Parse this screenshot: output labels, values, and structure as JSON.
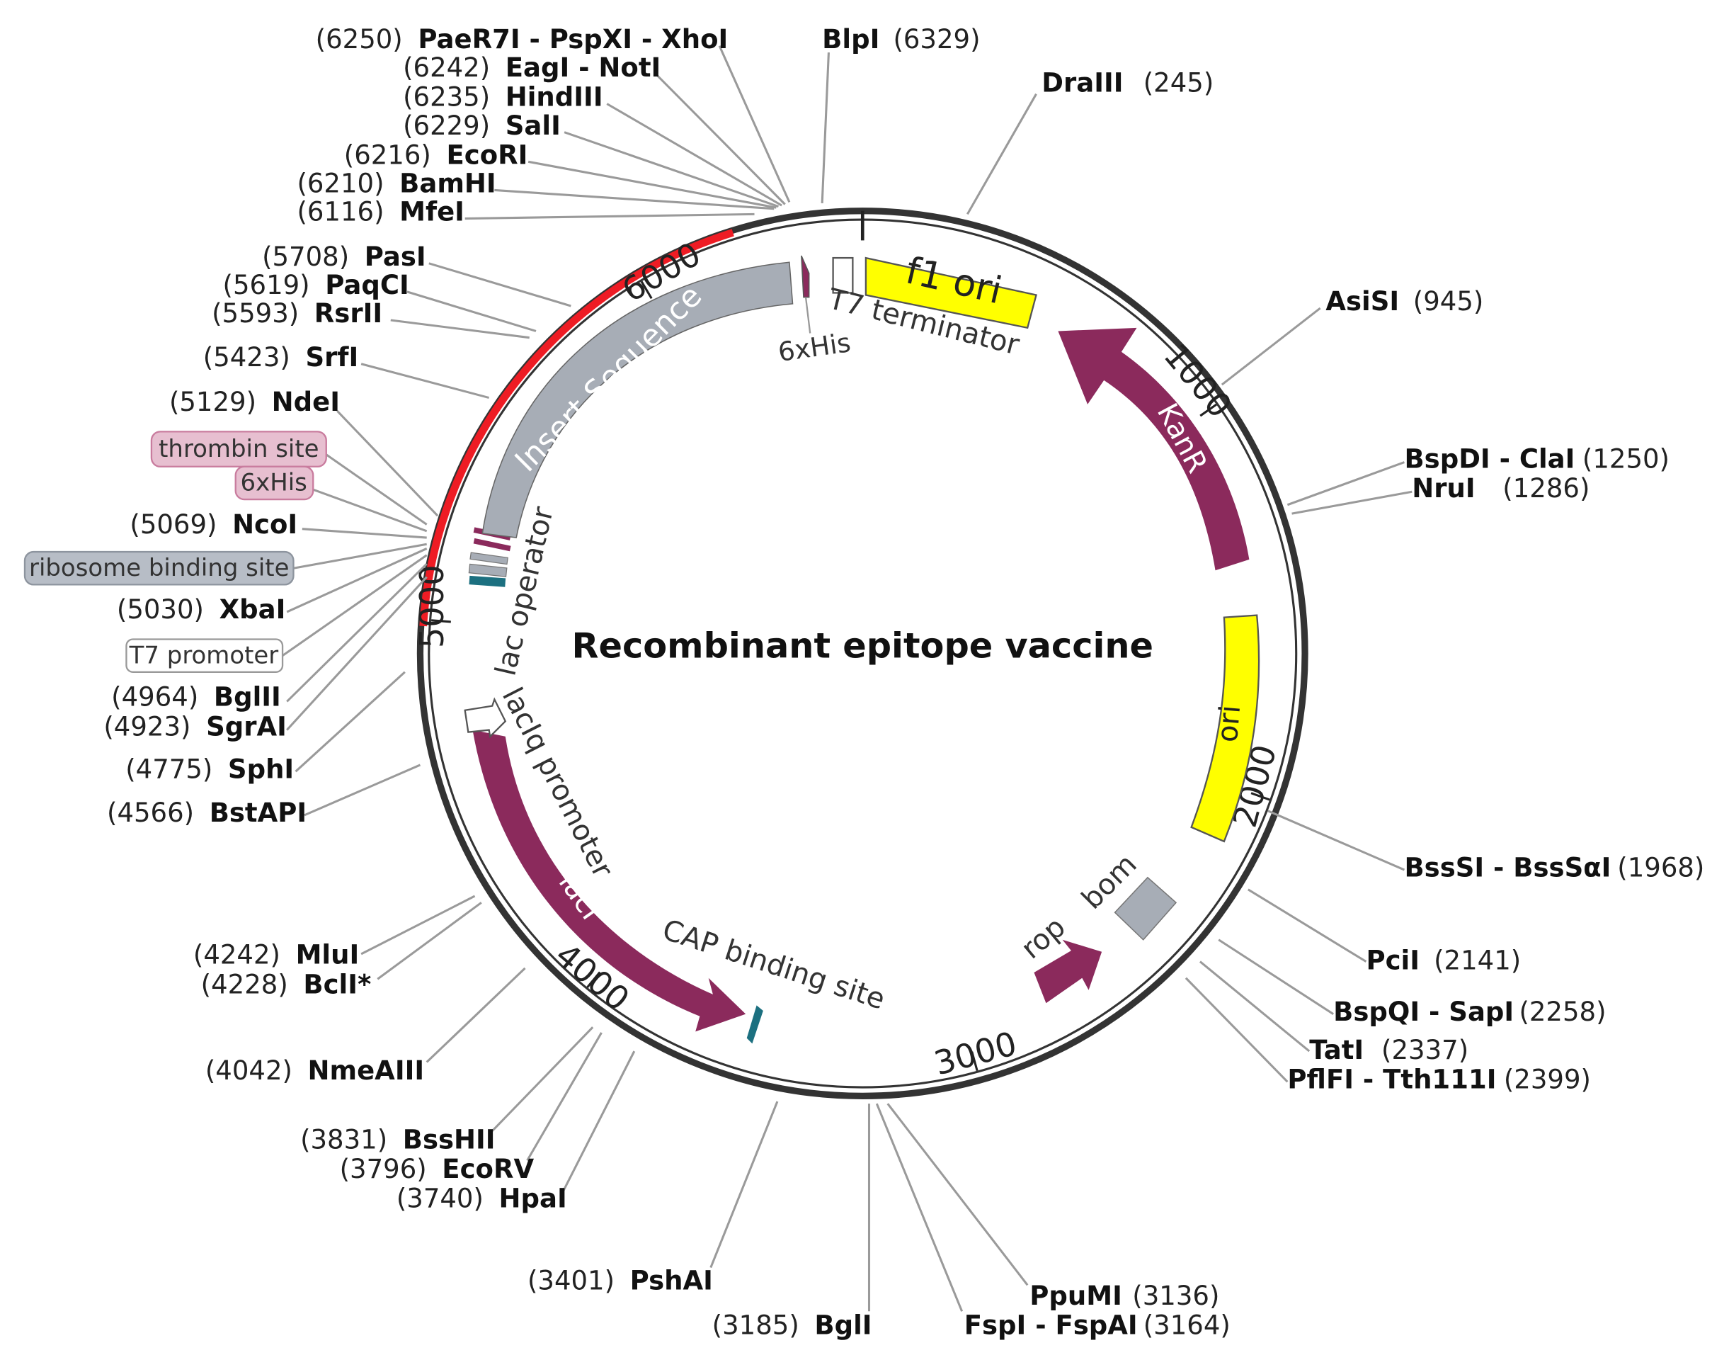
{
  "title": "Recombinant epitope vaccine",
  "plasmid_length": 6560,
  "colors": {
    "backbone": "#333333",
    "insert_arc": "#ee1c24",
    "cds": "#8b2a5c",
    "origin": "#ffff00",
    "misc_feature": "#a7adb6",
    "binding_site": "#1c7080",
    "promoter_box": "#ffffff"
  },
  "ticks": [
    {
      "label": "1000",
      "pos": 1000
    },
    {
      "label": "2000",
      "pos": 2000
    },
    {
      "label": "3000",
      "pos": 3000
    },
    {
      "label": "4000",
      "pos": 4000
    },
    {
      "label": "5000",
      "pos": 5000
    },
    {
      "label": "6000",
      "pos": 6000
    }
  ],
  "features": [
    {
      "label": "f1 ori",
      "kind": "origin"
    },
    {
      "label": "KanR",
      "kind": "cds"
    },
    {
      "label": "ori",
      "kind": "origin"
    },
    {
      "label": "bom",
      "kind": "misc_feature"
    },
    {
      "label": "rop",
      "kind": "cds"
    },
    {
      "label": "CAP binding site",
      "kind": "binding_site"
    },
    {
      "label": "lacI",
      "kind": "cds"
    },
    {
      "label": "lacIq promoter",
      "kind": "promoter"
    },
    {
      "label": "lac operator",
      "kind": "misc_feature"
    },
    {
      "label": "Insert Sequence",
      "kind": "misc_feature"
    },
    {
      "label": "6xHis",
      "kind": "cds"
    },
    {
      "label": "T7 terminator",
      "kind": "terminator"
    }
  ],
  "feature_callouts": [
    {
      "label": "thrombin site",
      "style": "pink"
    },
    {
      "label": "6xHis",
      "style": "pink"
    },
    {
      "label": "ribosome binding site",
      "style": "gray"
    },
    {
      "label": "T7 promoter",
      "style": "white"
    }
  ],
  "sites": [
    {
      "name": "PaeR7I - PspXI - XhoI",
      "pos": "(6250)"
    },
    {
      "name": "EagI - NotI",
      "pos": "(6242)"
    },
    {
      "name": "HindIII",
      "pos": "(6235)"
    },
    {
      "name": "SalI",
      "pos": "(6229)"
    },
    {
      "name": "EcoRI",
      "pos": "(6216)"
    },
    {
      "name": "BamHI",
      "pos": "(6210)"
    },
    {
      "name": "MfeI",
      "pos": "(6116)"
    },
    {
      "name": "PasI",
      "pos": "(5708)"
    },
    {
      "name": "PaqCI",
      "pos": "(5619)"
    },
    {
      "name": "RsrII",
      "pos": "(5593)"
    },
    {
      "name": "SrfI",
      "pos": "(5423)"
    },
    {
      "name": "NdeI",
      "pos": "(5129)"
    },
    {
      "name": "NcoI",
      "pos": "(5069)"
    },
    {
      "name": "XbaI",
      "pos": "(5030)"
    },
    {
      "name": "BglII",
      "pos": "(4964)"
    },
    {
      "name": "SgrAI",
      "pos": "(4923)"
    },
    {
      "name": "SphI",
      "pos": "(4775)"
    },
    {
      "name": "BstAPI",
      "pos": "(4566)"
    },
    {
      "name": "MluI",
      "pos": "(4242)"
    },
    {
      "name": "BclI*",
      "pos": "(4228)"
    },
    {
      "name": "NmeAIII",
      "pos": "(4042)"
    },
    {
      "name": "BssHII",
      "pos": "(3831)"
    },
    {
      "name": "EcoRV",
      "pos": "(3796)"
    },
    {
      "name": "HpaI",
      "pos": "(3740)"
    },
    {
      "name": "PshAI",
      "pos": "(3401)"
    },
    {
      "name": "BglI",
      "pos": "(3185)"
    },
    {
      "name": "FspI - FspAI",
      "pos": "(3164)"
    },
    {
      "name": "PpuMI",
      "pos": "(3136)"
    },
    {
      "name": "PflFI - Tth111I",
      "pos": "(2399)"
    },
    {
      "name": "TatI",
      "pos": "(2337)"
    },
    {
      "name": "BspQI - SapI",
      "pos": "(2258)"
    },
    {
      "name": "PciI",
      "pos": "(2141)"
    },
    {
      "name": "BssSI - BssSαI",
      "pos": "(1968)"
    },
    {
      "name": "NruI",
      "pos": "(1286)"
    },
    {
      "name": "BspDI - ClaI",
      "pos": "(1250)"
    },
    {
      "name": "AsiSI",
      "pos": "(945)"
    },
    {
      "name": "DraIII",
      "pos": "(245)"
    },
    {
      "name": "BlpI",
      "pos": "(6329)"
    }
  ]
}
